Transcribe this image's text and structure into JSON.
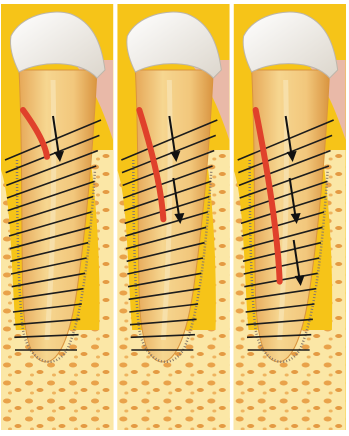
{
  "figure": {
    "panel_count": 3,
    "panels": [
      {
        "stage": 1,
        "red_line_depth": 0.18,
        "arrow_count": 1,
        "fiber_count": 16
      },
      {
        "stage": 2,
        "red_line_depth": 0.42,
        "arrow_count": 2,
        "fiber_count": 16
      },
      {
        "stage": 3,
        "red_line_depth": 0.66,
        "arrow_count": 3,
        "fiber_count": 16
      }
    ],
    "colors": {
      "background_yellow": "#f6c418",
      "bone_cream": "#fbe7a6",
      "bone_pores": "#e9a24a",
      "enamel": "#f4f1ea",
      "root": "#f2c77c",
      "root_shadow": "#d9943f",
      "gingiva": "#e9b9a8",
      "pocket_red": "#e0412b",
      "fiber_line": "#1c1c1c",
      "membrane": "#8a7a6a"
    },
    "icons": {
      "arrow": "down-arrow-icon",
      "tooth": "tooth-icon"
    }
  }
}
